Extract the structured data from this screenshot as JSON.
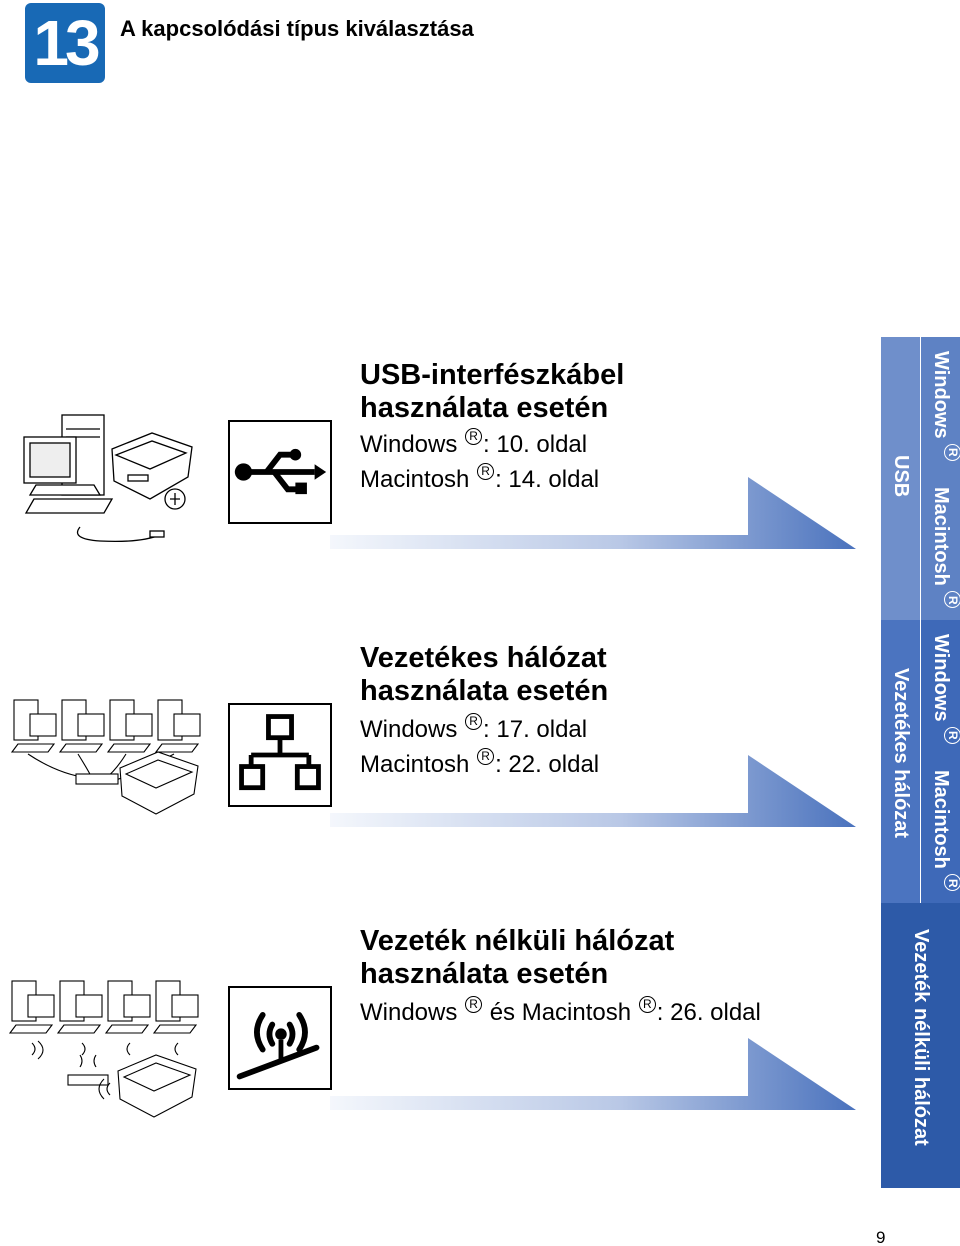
{
  "header": {
    "step_number": "13",
    "title": "A kapcsolódási típus kiválasztása"
  },
  "sections": [
    {
      "id": "usb",
      "heading_line1": "USB-interfészkábel",
      "heading_line2": "használata esetén",
      "lines": [
        {
          "os": "Windows",
          "reg": "R",
          "text": ": 10. oldal"
        },
        {
          "os": "Macintosh",
          "reg": "R",
          "text": ": 14. oldal"
        }
      ],
      "icon": "usb-icon",
      "tab": {
        "label": "USB",
        "windows": "Windows",
        "mac": "Macintosh",
        "reg": "R"
      }
    },
    {
      "id": "wired",
      "heading_line1": "Vezetékes hálózat",
      "heading_line2": "használata esetén",
      "lines": [
        {
          "os": "Windows",
          "reg": "R",
          "text": ": 17. oldal"
        },
        {
          "os": "Macintosh",
          "reg": "R",
          "text": ": 22. oldal"
        }
      ],
      "icon": "wired-network-icon",
      "tab": {
        "label": "Vezetékes hálózat",
        "windows": "Windows",
        "mac": "Macintosh",
        "reg": "R"
      }
    },
    {
      "id": "wireless",
      "heading_line1": "Vezeték nélküli hálózat",
      "heading_line2": "használata esetén",
      "line": {
        "os1": "Windows",
        "reg": "R",
        "mid": " és Macintosh",
        "text": ": 26. oldal"
      },
      "icon": "wireless-icon",
      "tab": {
        "label": "Vezeték nélküli hálózat"
      }
    }
  ],
  "colors": {
    "badge": "#1869b5",
    "tab_usb": "#6f8fcb",
    "tab_wired": "#4b74c0",
    "tab_wireless": "#2d5aa8",
    "arrow_light": "#e8eef8",
    "arrow_dark": "#4a72bd"
  },
  "footer": {
    "page_number": "9"
  }
}
